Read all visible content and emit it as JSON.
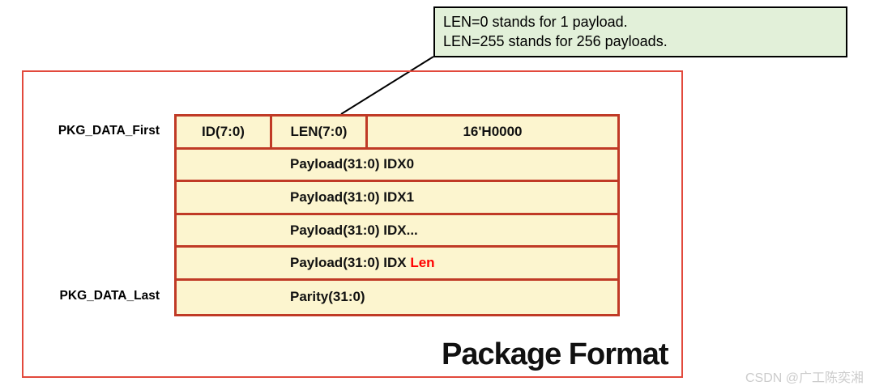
{
  "callout": {
    "line1": "LEN=0 stands for 1 payload.",
    "line2": "LEN=255 stands for 256 payloads."
  },
  "labels": {
    "first": "PKG_DATA_First",
    "last": "PKG_DATA_Last"
  },
  "header": {
    "cells": [
      "ID(7:0)",
      "LEN(7:0)",
      "16'H0000"
    ]
  },
  "rows": [
    {
      "text": "Payload(31:0) IDX0",
      "suffix": ""
    },
    {
      "text": "Payload(31:0) IDX1",
      "suffix": ""
    },
    {
      "text": "Payload(31:0) IDX...",
      "suffix": ""
    },
    {
      "text": "Payload(31:0) IDX ",
      "suffix": "Len"
    },
    {
      "text": "Parity(31:0)",
      "suffix": ""
    }
  ],
  "title": "Package Format",
  "watermark": "CSDN @广工陈奕湘",
  "colors": {
    "cell_background": "#fcf5cf",
    "table_border": "#c03a26",
    "outer_border": "#e2493c",
    "callout_background": "#e2f0d9",
    "highlight_text": "#ff0000",
    "watermark_text": "#cccccc"
  }
}
